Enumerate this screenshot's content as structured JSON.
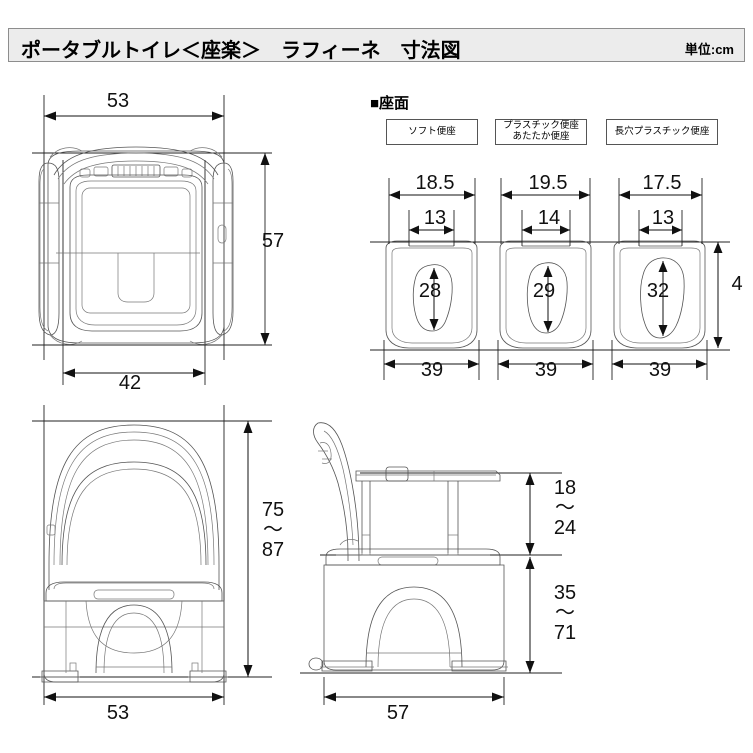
{
  "header": {
    "title": "ポータブルトイレ＜座楽＞　ラフィーネ　寸法図",
    "unit": "単位:cm"
  },
  "seat_section": {
    "heading": "■座面",
    "types": [
      {
        "label": "ソフト便座",
        "outer_width": "18.5",
        "hole_width": "13",
        "hole_length": "28",
        "seat_width": "39"
      },
      {
        "label": "プラスチック便座\nあたたか便座",
        "outer_width": "19.5",
        "hole_width": "14",
        "hole_length": "29",
        "seat_width": "39"
      },
      {
        "label": "長穴プラスチック便座",
        "outer_width": "17.5",
        "hole_width": "13",
        "hole_length": "32",
        "seat_width": "39"
      }
    ],
    "depth": "4"
  },
  "views": {
    "top": {
      "name": "top-view",
      "width": "53",
      "depth": "57",
      "inner_width": "42"
    },
    "front": {
      "name": "front-view",
      "height": "75\n〜\n87",
      "width": "53"
    },
    "side": {
      "name": "side-view",
      "backrest_height": "18\n〜\n24",
      "seat_height": "35\n〜\n71",
      "depth": "57"
    }
  },
  "colors": {
    "background": "#ffffff",
    "line": "#111111",
    "titlebar_bg": "#ececec",
    "titlebar_border": "#8d8d8d"
  }
}
